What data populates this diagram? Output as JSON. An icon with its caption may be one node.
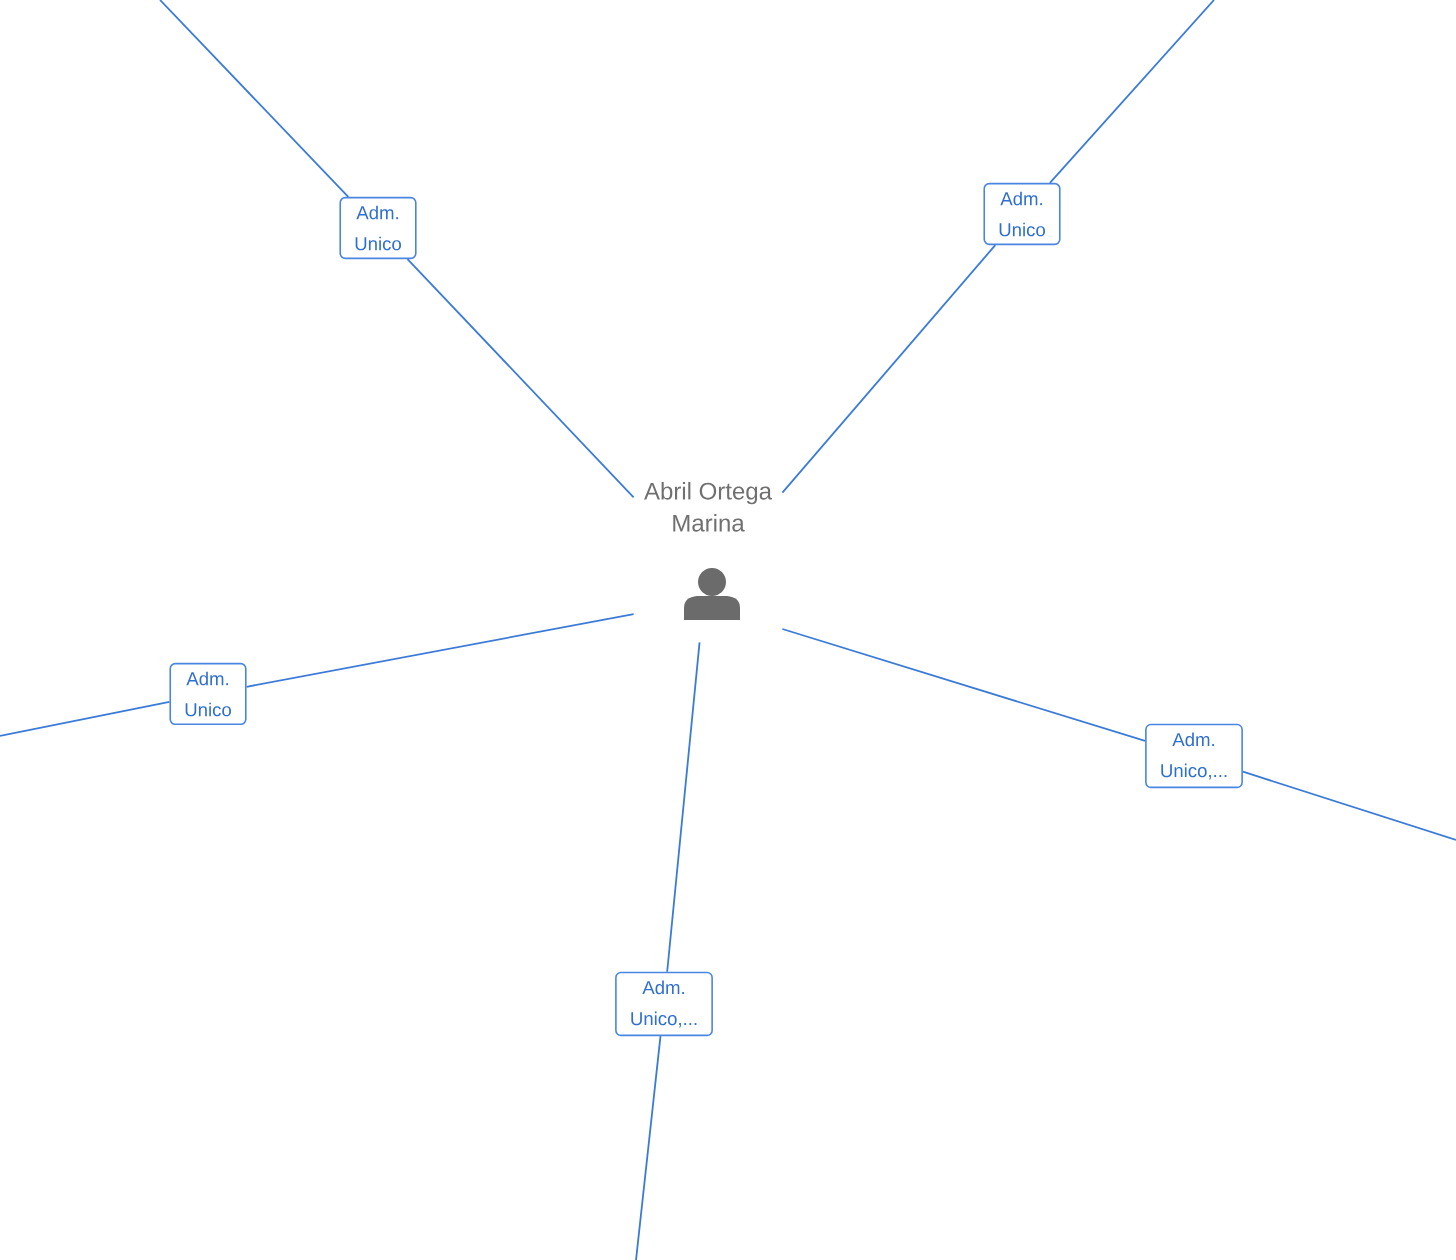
{
  "diagram": {
    "nodes": [
      {
        "text": [
          "Adm. Unico"
        ]
      },
      {
        "text": [
          "Adm. Unico"
        ]
      },
      {
        "text": [
          "Abril Ortega Marina"
        ]
      },
      {
        "text": [
          "Adm. Unico"
        ]
      },
      {
        "text": [
          "Adm. Unico,..."
        ]
      },
      {
        "text": [
          "Adm. Unico,..."
        ]
      }
    ],
    "edges": [
      {
        "from": 2,
        "to": 0,
        "arrow": "none"
      },
      {
        "from": 0,
        "to": null,
        "arrow": "none"
      },
      {
        "from": 2,
        "to": 1,
        "arrow": "none"
      },
      {
        "from": 1,
        "to": null,
        "arrow": "none"
      },
      {
        "from": 2,
        "to": 3,
        "arrow": "none"
      },
      {
        "from": 3,
        "to": null,
        "arrow": "none"
      },
      {
        "from": 2,
        "to": 4,
        "arrow": "none"
      },
      {
        "from": 4,
        "to": null,
        "arrow": "none"
      },
      {
        "from": 2,
        "to": 5,
        "arrow": "none"
      },
      {
        "from": 5,
        "to": null,
        "arrow": "none"
      }
    ]
  }
}
